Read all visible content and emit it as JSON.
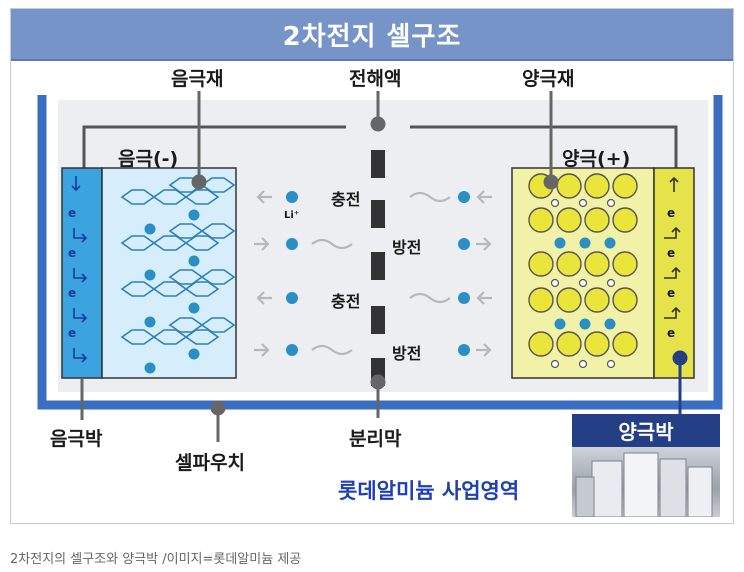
{
  "title": "2차전지 셀구조",
  "labels": {
    "anode_material": "음극재",
    "electrolyte": "전해액",
    "cathode_material": "양극재",
    "anode": "음극(-)",
    "cathode": "양극(+)",
    "anode_foil": "음극박",
    "pouch": "셀파우치",
    "separator": "분리막",
    "cathode_foil": "양극박",
    "brand": "롯데알미늄 사업영역",
    "lithium_ion": "Li⁺"
  },
  "flows": [
    {
      "label": "충전",
      "direction": "left"
    },
    {
      "label": "방전",
      "direction": "right"
    },
    {
      "label": "충전",
      "direction": "left"
    },
    {
      "label": "방전",
      "direction": "right"
    }
  ],
  "electron_symbol": "e",
  "colors": {
    "title_bar": "#7694c8",
    "pouch": "#3a6ec2",
    "anode_fill": "#d6eefb",
    "cathode_fill": "#f2f1a8",
    "ion": "#2a8fc4",
    "brand_text": "#1f3fb4",
    "photo_label": "#253f86"
  },
  "caption": "2차전지의 셀구조와 양극박 /이미지=롯데알미늄 제공"
}
